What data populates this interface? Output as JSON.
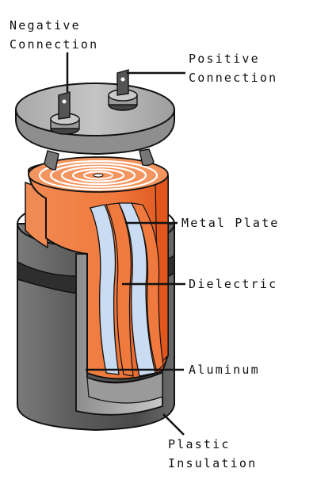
{
  "labels": {
    "negative_connection": {
      "line1": "Negative",
      "line2": "Connection"
    },
    "positive_connection": {
      "line1": "Positive",
      "line2": "Connection"
    },
    "metal_plate": "Metal Plate",
    "dielectric": "Dielectric",
    "aluminum": "Aluminum",
    "plastic_insulation": {
      "line1": "Plastic",
      "line2": "Insulation"
    }
  },
  "colors": {
    "foil_orange": "#f07a3e",
    "foil_orange_dark": "#e0561d",
    "dielectric_blue": "#c9dcf2",
    "can_gray": "#5a5a5a",
    "lid_gray": "#b8b8b8"
  }
}
